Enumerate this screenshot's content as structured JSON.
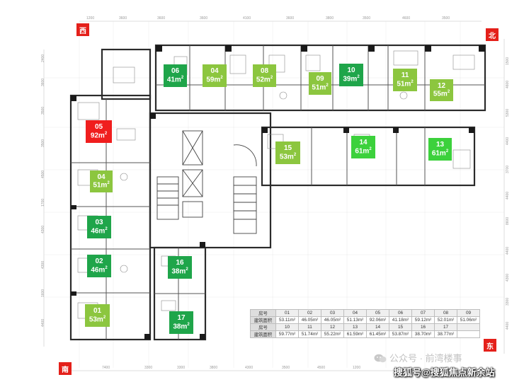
{
  "colors": {
    "highlight_red": "#f01e1e",
    "dark_green": "#1fa54a",
    "light_green": "#8cc63f",
    "compass_red": "#e4201a",
    "wall": "#2b2b2b"
  },
  "compass": {
    "west": "西",
    "north": "北",
    "south": "南",
    "east": "东"
  },
  "dimensions": {
    "top": [
      "1200",
      "3600",
      "3600",
      "3600",
      "4100",
      "3600",
      "3800",
      "3500",
      "4600",
      "3500"
    ],
    "bottom": [
      "7400",
      "3300",
      "3300",
      "3800",
      "4300",
      "3500",
      "4500",
      "1200"
    ],
    "right": [
      "1500",
      "4600",
      "5300",
      "4400",
      "3700",
      "4400",
      "8600",
      "4400",
      "4300",
      "3300",
      "4400"
    ],
    "left": [
      "2400",
      "3600",
      "3500",
      "3500",
      "4500",
      "1700",
      "4300",
      "4300",
      "1600",
      "4400"
    ]
  },
  "units": [
    {
      "no": "05",
      "area": "92m",
      "color": "red"
    },
    {
      "no": "04",
      "area": "51m",
      "color": "light"
    },
    {
      "no": "03",
      "area": "46m",
      "color": "dark"
    },
    {
      "no": "02",
      "area": "46m",
      "color": "dark"
    },
    {
      "no": "01",
      "area": "53m",
      "color": "light"
    },
    {
      "no": "06",
      "area": "41m",
      "color": "dark"
    },
    {
      "no": "04",
      "area": "59m",
      "color": "light"
    },
    {
      "no": "08",
      "area": "52m",
      "color": "light"
    },
    {
      "no": "09",
      "area": "51m",
      "color": "light"
    },
    {
      "no": "10",
      "area": "39m",
      "color": "dark"
    },
    {
      "no": "11",
      "area": "51m",
      "color": "light"
    },
    {
      "no": "12",
      "area": "55m",
      "color": "light"
    },
    {
      "no": "15",
      "area": "53m",
      "color": "light"
    },
    {
      "no": "14",
      "area": "61m",
      "color": "bright"
    },
    {
      "no": "13",
      "area": "61m",
      "color": "bright"
    },
    {
      "no": "16",
      "area": "38m",
      "color": "dark"
    },
    {
      "no": "17",
      "area": "38m",
      "color": "dark"
    }
  ],
  "area_table": {
    "row_label_no": "房号",
    "row_label_area": "建筑面积",
    "row1_nos": [
      "01",
      "02",
      "03",
      "04",
      "05",
      "06",
      "07",
      "08",
      "09"
    ],
    "row1_areas": [
      "53.11m²",
      "46.05m²",
      "46.05m²",
      "51.13m²",
      "92.06m²",
      "41.18m²",
      "59.12m²",
      "52.01m²",
      "51.06m²"
    ],
    "row2_nos": [
      "10",
      "11",
      "12",
      "13",
      "14",
      "15",
      "16",
      "17"
    ],
    "row2_areas": [
      "59.77m²",
      "51.74m²",
      "55.22m²",
      "61.59m²",
      "61.45m²",
      "53.87m²",
      "38.70m²",
      "38.77m²"
    ]
  },
  "watermarks": {
    "wechat": "公众号 · 前湾楼事",
    "sohu": "搜狐号@搜狐焦点新余站"
  }
}
